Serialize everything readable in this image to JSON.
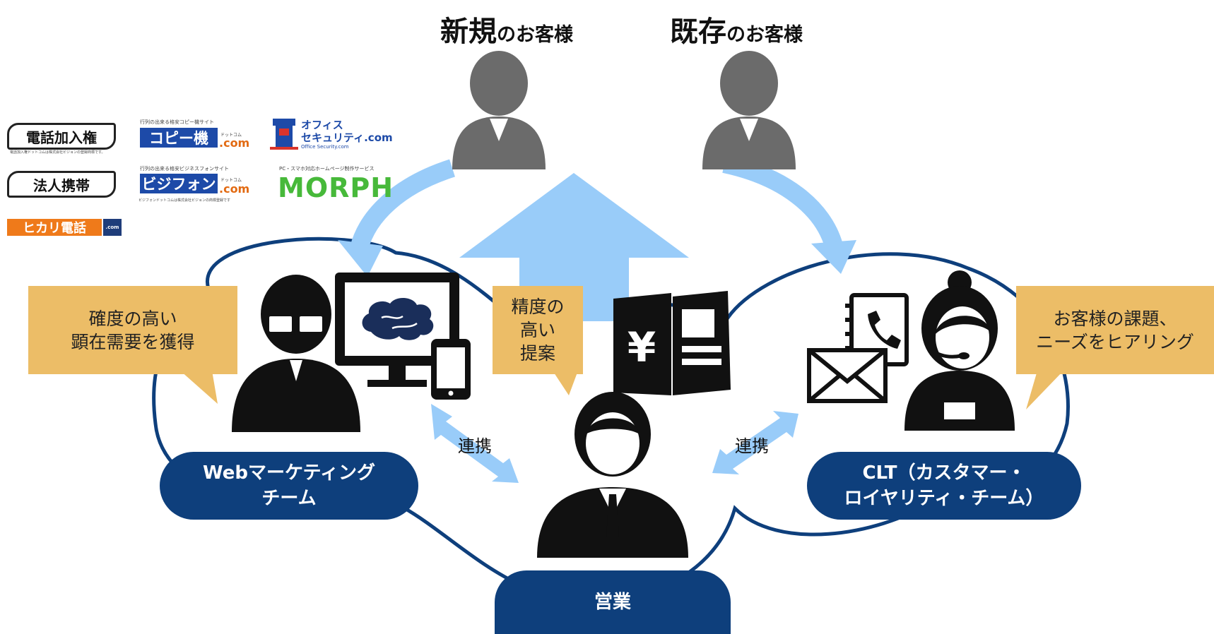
{
  "headings": {
    "new_main": "新規",
    "new_suffix": "のお客様",
    "existing_main": "既存",
    "existing_suffix": "のお客様"
  },
  "callouts": {
    "web": "確度の高い\n顕在需要を獲得",
    "sales": "精度の\n高い\n提案",
    "clt": "お客様の課題、\nニーズをヒアリング"
  },
  "teams": {
    "web": "Webマーケティング\nチーム",
    "sales": "営業",
    "clt": "CLT（カスタマー・\nロイヤリティ・チーム）"
  },
  "links": {
    "left": "連携",
    "right": "連携"
  },
  "logos": {
    "denwa": {
      "name": "電話加入権",
      "sub": "電話加入権ドットコムは株式会社ビジョンの登録商標です。"
    },
    "houjin": {
      "name": "法人携帯"
    },
    "hikari": {
      "name": "ヒカリ電話",
      "badge": ".com"
    },
    "copy": {
      "name": "コピー機",
      "tag": "行列の出来る格安コピー機サイト",
      "suffix": ".com",
      "kana": "ドットコム"
    },
    "bizphone": {
      "name": "ビジフォン",
      "tag": "行列の出来る格安ビジネスフォンサイト",
      "suffix": ".com",
      "kana": "ドットコム",
      "sub": "ビジフォンドットコムは株式会社ビジョンの商標登録です"
    },
    "office": {
      "name_line1": "オフィス",
      "name_line2": "セキュリティ.com",
      "sub": "Office Security.com"
    },
    "morph": {
      "name": "MORPH",
      "tag": "PC・スマホ対応ホームページ制作サービス"
    }
  },
  "colors": {
    "accent_navy": "#0e3f7c",
    "callout_gold": "#ecbd67",
    "arrow_blue": "#99ccf9",
    "icon_gray": "#6b6b6b",
    "icon_black": "#111111"
  },
  "icons": [
    "customer-new-icon",
    "customer-existing-icon",
    "web-marketer-icon",
    "computer-ai-icon",
    "smartphone-icon",
    "yen-pamphlet-icon",
    "sales-person-icon",
    "contact-book-icon",
    "envelope-icon",
    "operator-icon"
  ]
}
